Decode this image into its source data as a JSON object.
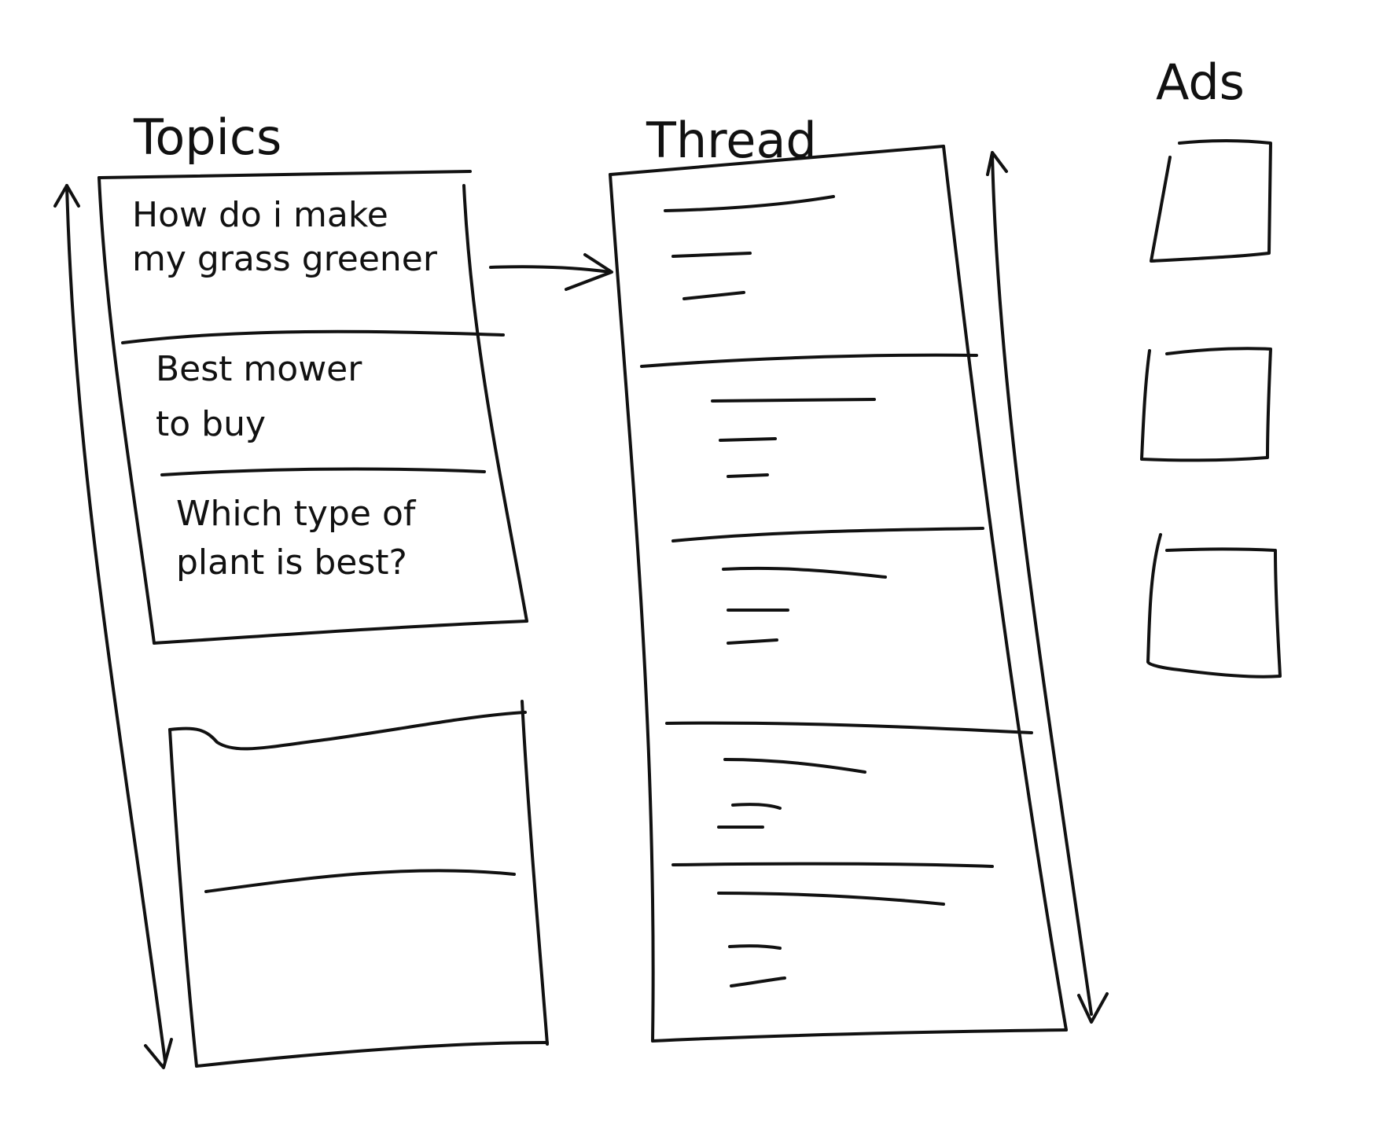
{
  "headings": {
    "topics": "Topics",
    "thread": "Thread",
    "ads": "Ads"
  },
  "topics": {
    "items": [
      {
        "line1": "How do i make",
        "line2": "my grass greener"
      },
      {
        "line1": "Best mower",
        "line2": "to buy"
      },
      {
        "line1": "Which type of",
        "line2": "plant is best?"
      }
    ]
  },
  "icons": {
    "topics_scroll": "up-down-arrow-icon",
    "thread_scroll": "up-down-arrow-icon",
    "link_arrow": "right-arrow-icon"
  },
  "colors": {
    "ink": "#111111",
    "paper": "#ffffff"
  }
}
